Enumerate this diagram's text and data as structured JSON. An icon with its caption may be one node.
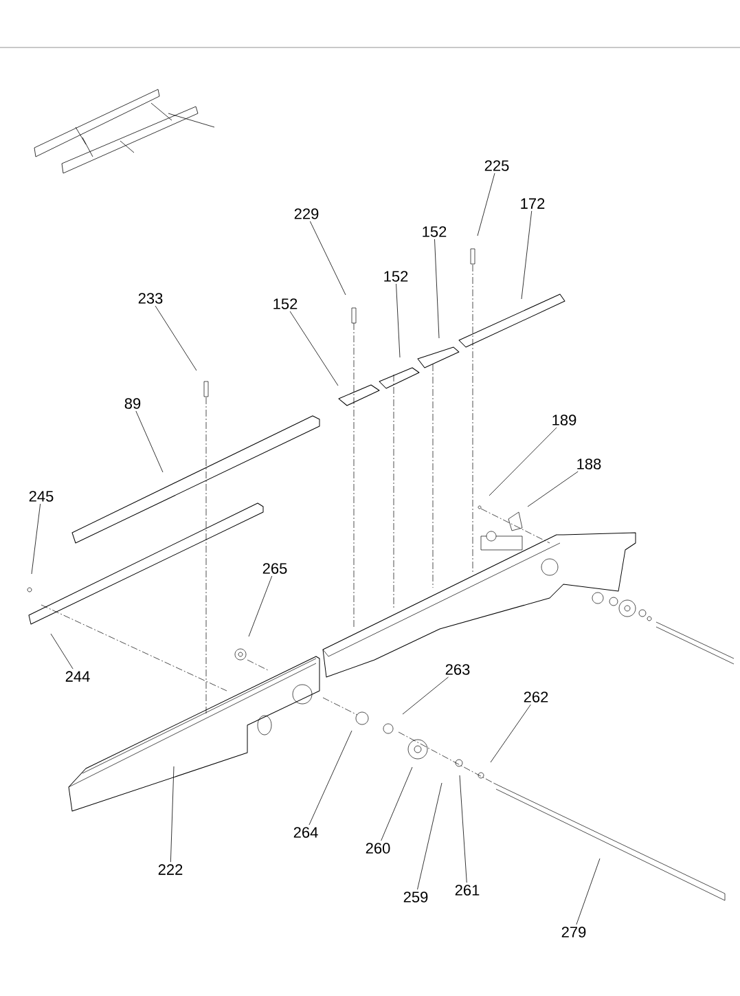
{
  "diagram": {
    "nodes": [
      {
        "text": [
          "225"
        ]
      },
      {
        "text": [
          "172"
        ]
      },
      {
        "text": [
          "229"
        ]
      },
      {
        "text": [
          "152"
        ]
      },
      {
        "text": [
          "152"
        ]
      },
      {
        "text": [
          "152"
        ]
      },
      {
        "text": [
          "233"
        ]
      },
      {
        "text": [
          "89"
        ]
      },
      {
        "text": [
          "189"
        ]
      },
      {
        "text": [
          "188"
        ]
      },
      {
        "text": [
          "245"
        ]
      },
      {
        "text": [
          "265"
        ]
      },
      {
        "text": [
          "244"
        ]
      },
      {
        "text": [
          "263"
        ]
      },
      {
        "text": [
          "262"
        ]
      },
      {
        "text": [
          "264"
        ]
      },
      {
        "text": [
          "222"
        ]
      },
      {
        "text": [
          "260"
        ]
      },
      {
        "text": [
          "259"
        ]
      },
      {
        "text": [
          "261"
        ]
      },
      {
        "text": [
          "279"
        ]
      }
    ],
    "edges": [
      {
        "from": 0,
        "to": null,
        "arrow": "none"
      },
      {
        "from": 1,
        "to": null,
        "arrow": "none"
      },
      {
        "from": 2,
        "to": null,
        "arrow": "none"
      },
      {
        "from": 3,
        "to": null,
        "arrow": "none"
      },
      {
        "from": 4,
        "to": null,
        "arrow": "none"
      },
      {
        "from": 5,
        "to": null,
        "arrow": "none"
      },
      {
        "from": 6,
        "to": null,
        "arrow": "none"
      },
      {
        "from": 7,
        "to": null,
        "arrow": "none"
      },
      {
        "from": 8,
        "to": null,
        "arrow": "none"
      },
      {
        "from": 9,
        "to": null,
        "arrow": "none"
      },
      {
        "from": 10,
        "to": null,
        "arrow": "none"
      },
      {
        "from": 11,
        "to": null,
        "arrow": "none"
      },
      {
        "from": 12,
        "to": null,
        "arrow": "none"
      },
      {
        "from": 13,
        "to": null,
        "arrow": "none"
      },
      {
        "from": 14,
        "to": null,
        "arrow": "none"
      },
      {
        "from": 15,
        "to": null,
        "arrow": "none"
      },
      {
        "from": 16,
        "to": null,
        "arrow": "none"
      },
      {
        "from": 17,
        "to": null,
        "arrow": "none"
      },
      {
        "from": 18,
        "to": null,
        "arrow": "none"
      },
      {
        "from": 19,
        "to": null,
        "arrow": "none"
      },
      {
        "from": 20,
        "to": null,
        "arrow": "none"
      }
    ]
  }
}
